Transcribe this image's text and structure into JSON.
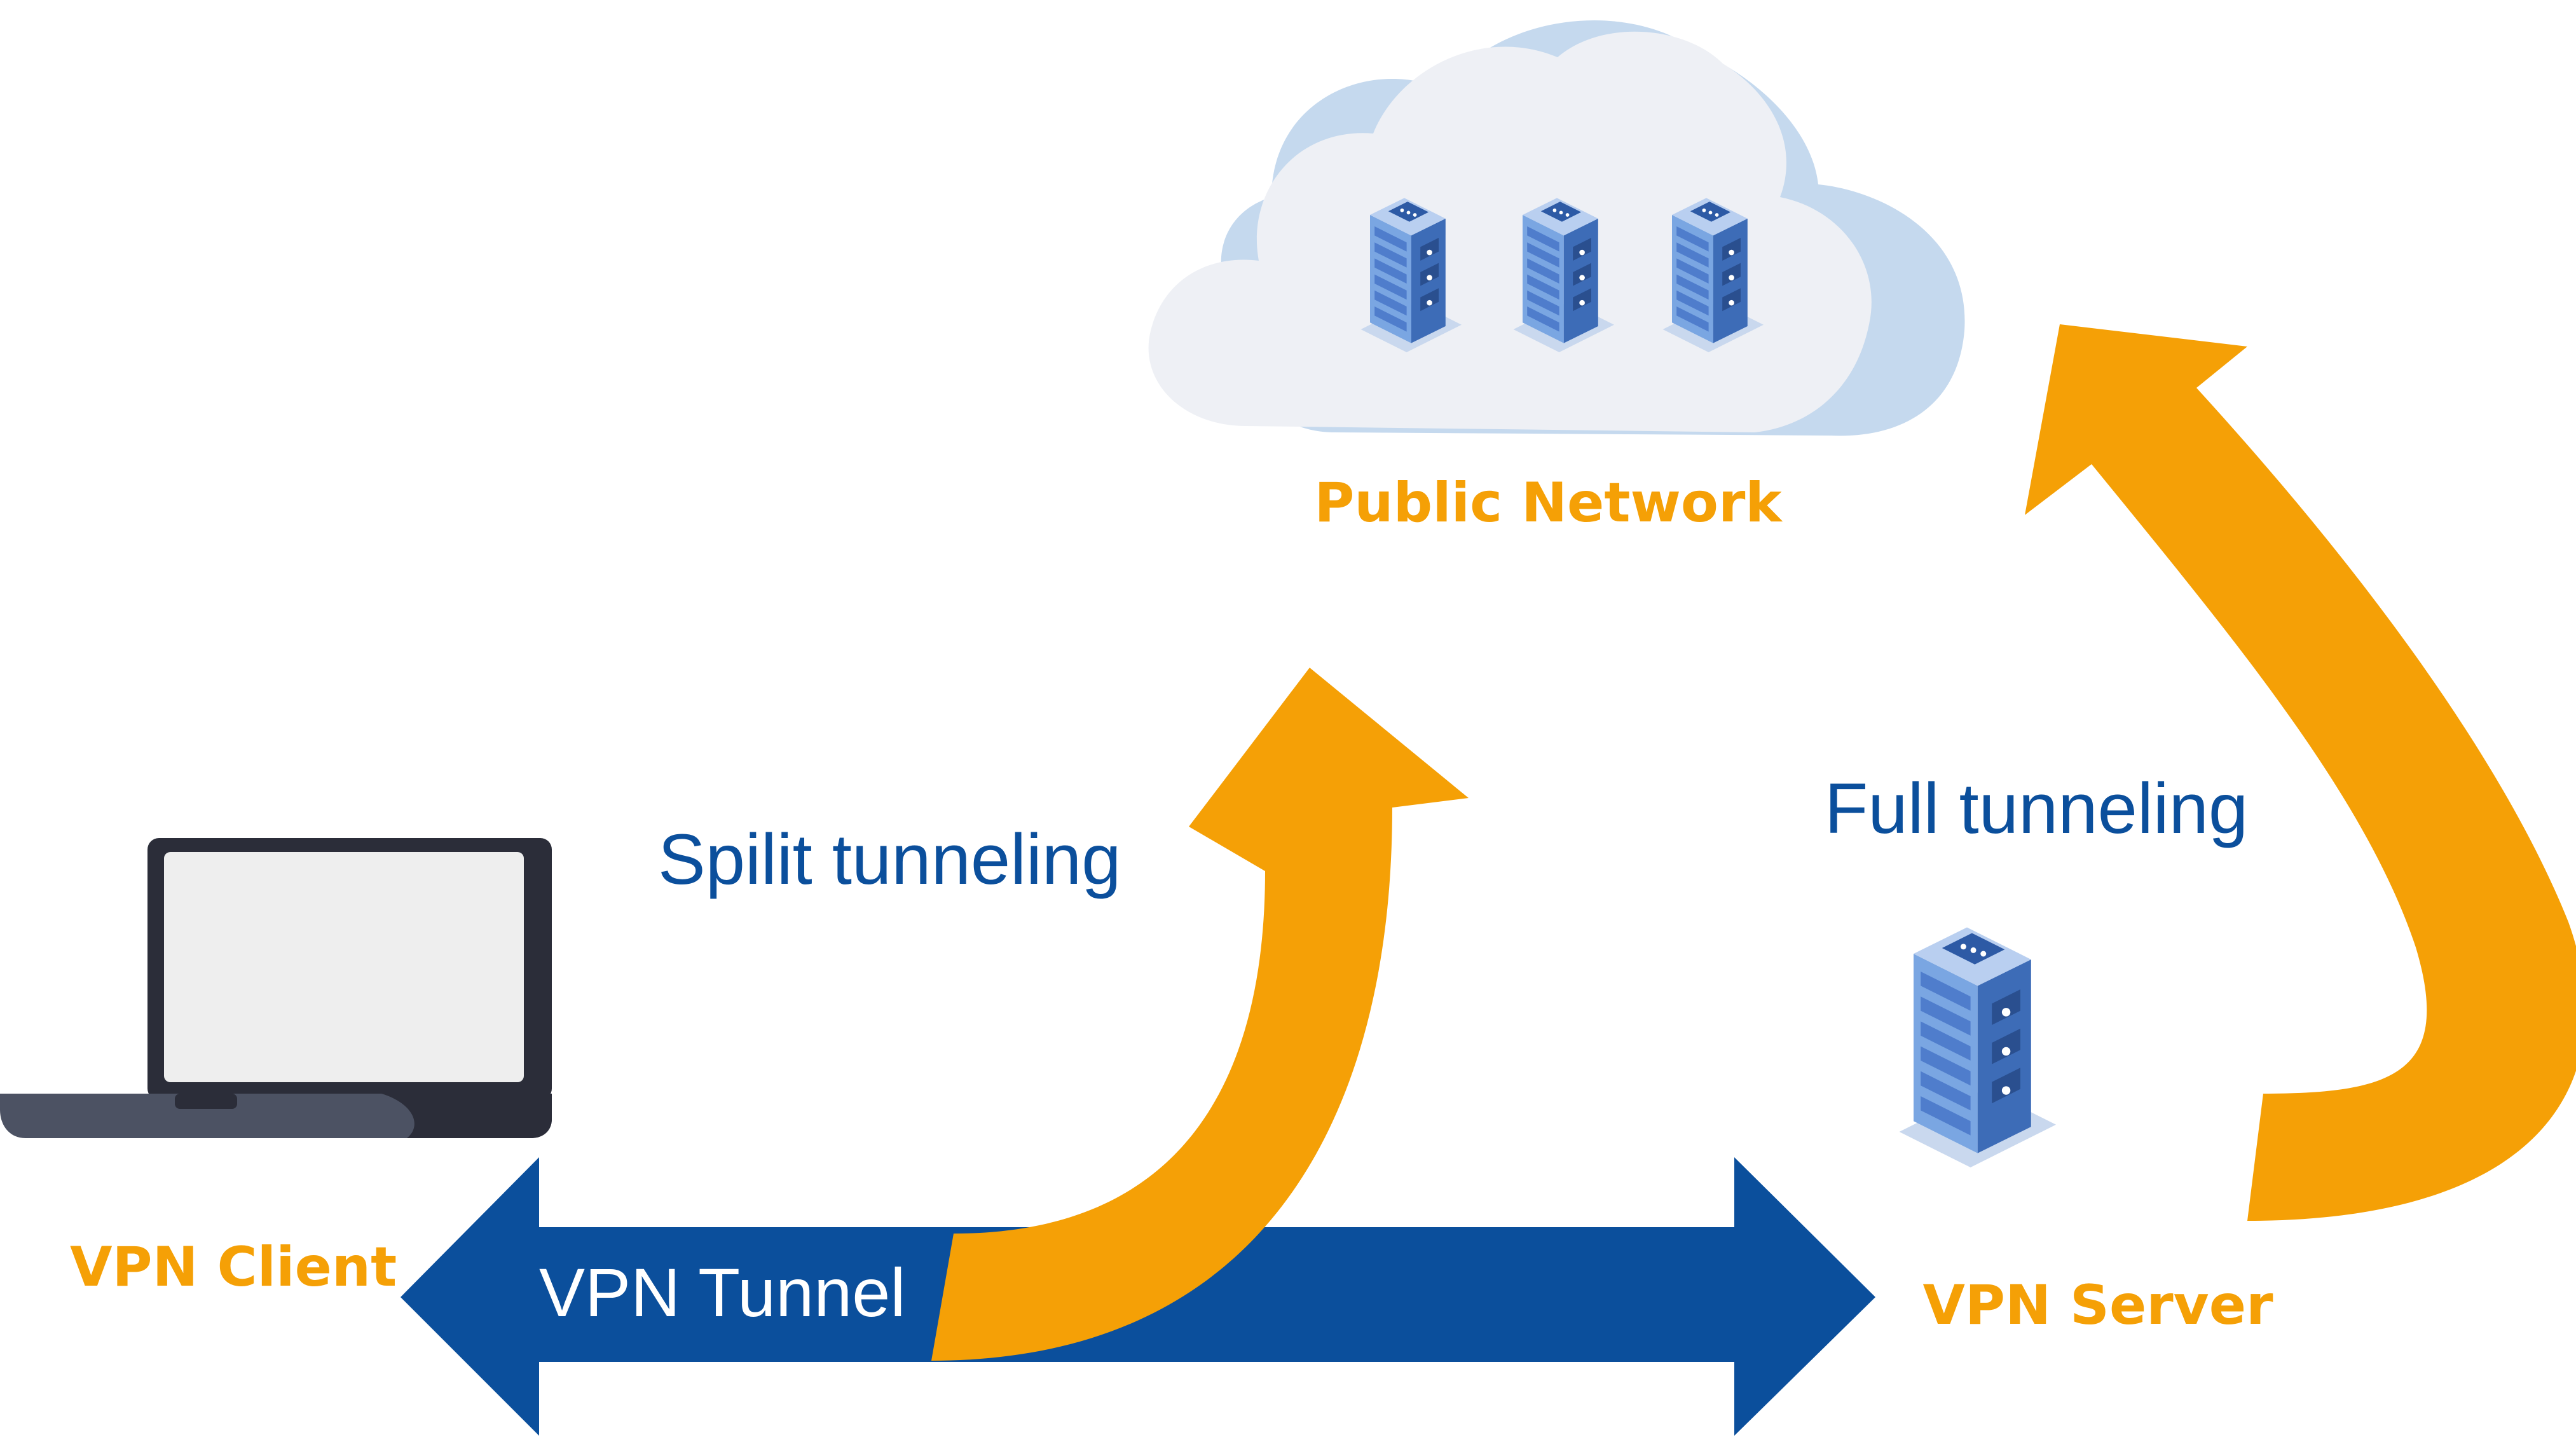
{
  "labels": {
    "public_network": "Public Network",
    "vpn_client": "VPN Client",
    "vpn_server": "VPN Server",
    "vpn_tunnel": "VPN Tunnel",
    "split_tunneling": "Spilit tunneling",
    "full_tunneling": "Full tunneling"
  },
  "colors": {
    "orange": "#f5a006",
    "blue": "#0b4f9c",
    "cloud_front": "#eef0f5",
    "cloud_back": "#c5d9ee",
    "laptop_body": "#2b2d39",
    "laptop_screen": "#eeeeee",
    "server_face": "#7aa6e2",
    "server_side": "#3d6cb7"
  },
  "icons": [
    "cloud-icon",
    "server-rack-icon",
    "laptop-icon"
  ]
}
